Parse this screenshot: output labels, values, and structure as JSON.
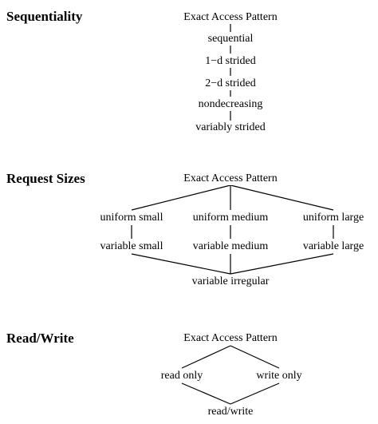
{
  "sections": {
    "sequentiality": {
      "title": "Sequentiality",
      "nodes": {
        "root": "Exact Access Pattern",
        "sequential": "sequential",
        "strided_1d": "1−d strided",
        "strided_2d": "2−d strided",
        "nondecreasing": "nondecreasing",
        "variably_strided": "variably strided"
      }
    },
    "request_sizes": {
      "title": "Request Sizes",
      "nodes": {
        "root": "Exact Access Pattern",
        "uniform_small": "uniform small",
        "uniform_medium": "uniform medium",
        "uniform_large": "uniform large",
        "variable_small": "variable small",
        "variable_medium": "variable medium",
        "variable_large": "variable large",
        "variable_irregular": "variable irregular"
      }
    },
    "read_write": {
      "title": "Read/Write",
      "nodes": {
        "root": "Exact Access Pattern",
        "read_only": "read only",
        "write_only": "write only",
        "read_write": "read/write"
      }
    }
  }
}
